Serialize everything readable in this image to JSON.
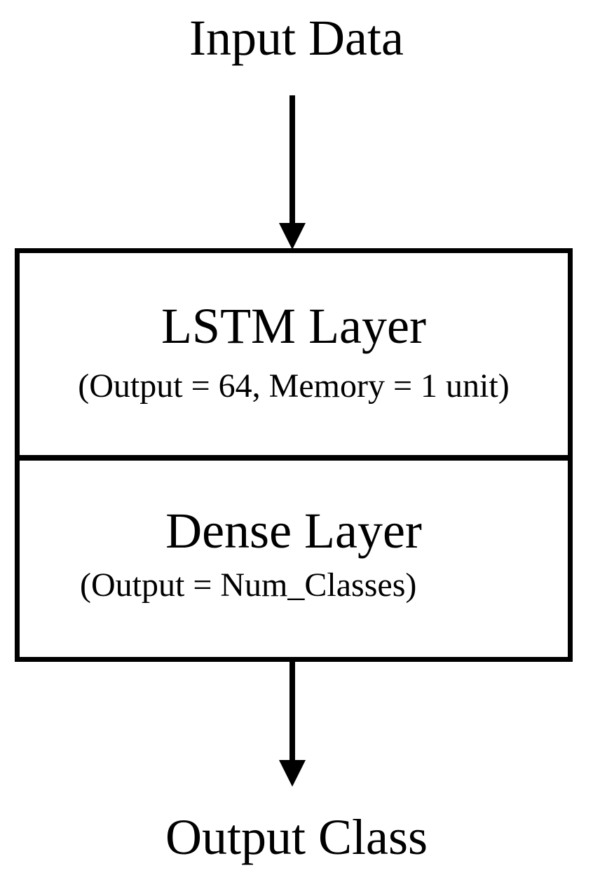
{
  "diagram": {
    "input_label": "Input Data",
    "output_label": "Output Class",
    "layers": [
      {
        "title": "LSTM Layer",
        "subtitle": "(Output = 64, Memory = 1 unit)"
      },
      {
        "title": "Dense Layer",
        "subtitle": "(Output = Num_Classes)"
      }
    ]
  },
  "colors": {
    "stroke": "#000000",
    "background": "#ffffff"
  }
}
